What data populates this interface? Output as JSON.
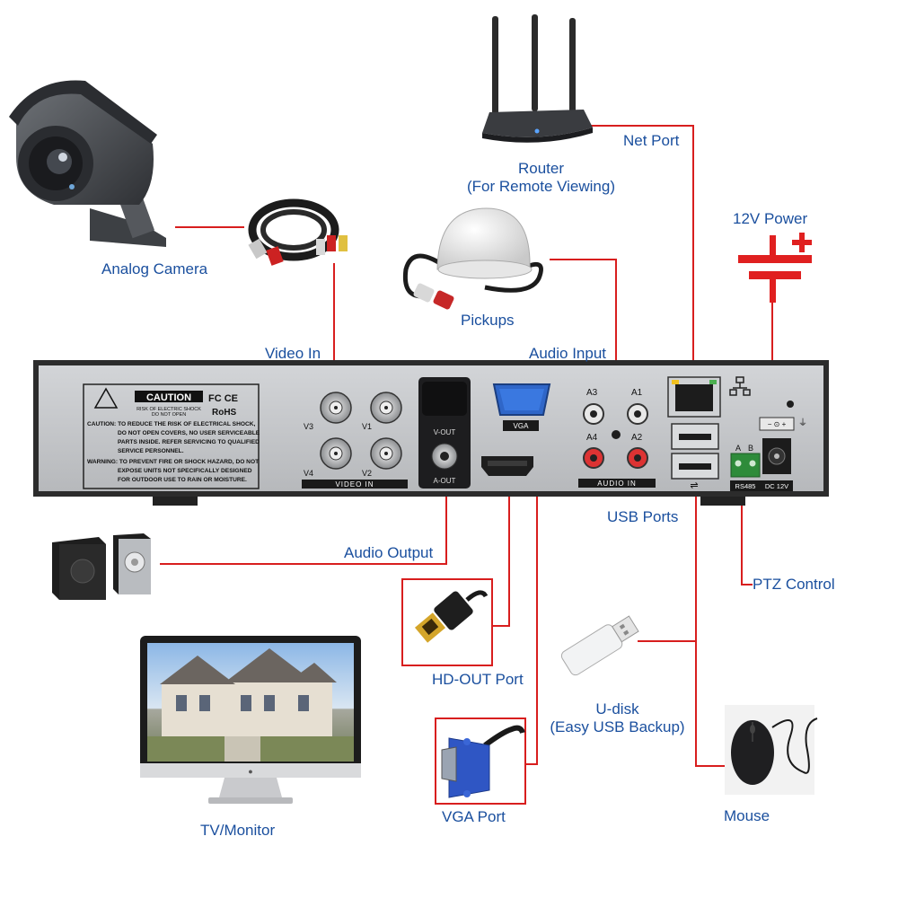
{
  "colors": {
    "connector_line": "#d81e1e",
    "label_text": "#1a4f9e",
    "dvr_body": "#c4c6c9",
    "dvr_frame": "#3a3a3a"
  },
  "labels": {
    "analog_camera": "Analog Camera",
    "router_line1": "Router",
    "router_line2": "(For Remote Viewing)",
    "net_port": "Net Port",
    "power_12v": "12V Power",
    "pickups": "Pickups",
    "video_in": "Video In",
    "audio_input": "Audio Input",
    "usb_ports": "USB Ports",
    "audio_output": "Audio Output",
    "ptz_control": "PTZ Control",
    "hd_out_port": "HD-OUT Port",
    "udisk_line1": "U-disk",
    "udisk_line2": "(Easy USB Backup)",
    "tv_monitor": "TV/Monitor",
    "vga_port": "VGA Port",
    "mouse": "Mouse"
  },
  "panel": {
    "caution_title": "CAUTION",
    "caution_sub1": "RISK OF ELECTRIC SHOCK",
    "caution_sub2": "DO NOT OPEN",
    "fc_ce": "FC CE",
    "rohs": "RoHS",
    "warning_lines": [
      "CAUTION: TO REDUCE THE RISK OF ELECTRICAL SHOCK,",
      "DO NOT OPEN COVERS, NO USER SERVICEABLE",
      "PARTS INSIDE. REFER SERVICING TO QUALIFIED",
      "SERVICE PERSONNEL.",
      "WARNING: TO PREVENT FIRE OR SHOCK HAZARD, DO NOT",
      "EXPOSE UNITS NOT SPECIFICALLY DESIGNED",
      "FOR OUTDOOR USE TO RAIN OR MOISTURE."
    ],
    "v1": "V1",
    "v2": "V2",
    "v3": "V3",
    "v4": "V4",
    "video_in_tag": "VIDEO IN",
    "v_out": "V-OUT",
    "a_out": "A-OUT",
    "vga_tag": "VGA",
    "a1": "A1",
    "a2": "A2",
    "a3": "A3",
    "a4": "A4",
    "audio_in_tag": "AUDIO IN",
    "rs485_a": "A",
    "rs485_b": "B",
    "rs485_tag": "RS485",
    "dc12v_tag": "DC 12V",
    "dc_polarity": "− ⊙ +"
  }
}
